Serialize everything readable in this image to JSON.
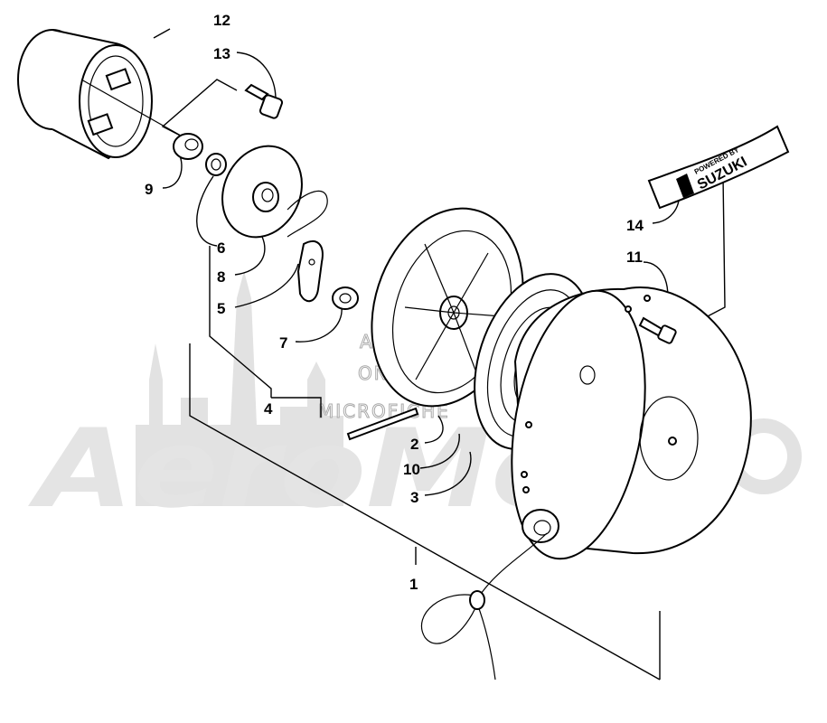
{
  "callouts": [
    {
      "id": "12",
      "text": "12"
    },
    {
      "id": "13",
      "text": "13"
    },
    {
      "id": "9",
      "text": "9"
    },
    {
      "id": "6",
      "text": "6"
    },
    {
      "id": "8",
      "text": "8"
    },
    {
      "id": "5",
      "text": "5"
    },
    {
      "id": "7",
      "text": "7"
    },
    {
      "id": "4",
      "text": "4"
    },
    {
      "id": "2",
      "text": "2"
    },
    {
      "id": "10",
      "text": "10"
    },
    {
      "id": "3",
      "text": "3"
    },
    {
      "id": "1",
      "text": "1"
    },
    {
      "id": "14",
      "text": "14"
    },
    {
      "id": "11",
      "text": "11"
    }
  ],
  "decal": {
    "line1": "POWERED BY",
    "line2": "SUZUKI"
  },
  "watermark": {
    "line1": "ALSM'S",
    "line2": "ONLINE",
    "line3": "MICROFICHE",
    "brand": "AeroMoto"
  }
}
